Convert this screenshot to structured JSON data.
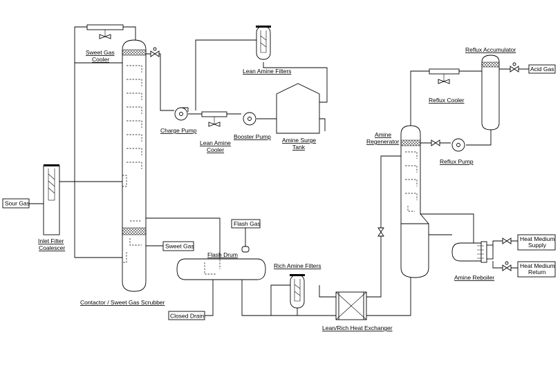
{
  "labels": {
    "sour_gas": "Sour Gas",
    "inlet_filter": [
      "Inlet Filter",
      "Coalescer"
    ],
    "sweet_gas_cooler": [
      "Sweet Gas",
      "Cooler"
    ],
    "contactor": "Contactor / Sweet Gas Scrubber",
    "sweet_gas": "Sweet Gas",
    "charge_pump": "Charge Pump",
    "lean_amine_cooler": [
      "Lean Amine",
      "Cooler"
    ],
    "booster_pump": "Booster Pump",
    "lean_amine_filters": "Lean Amine Filters",
    "amine_surge_tank": [
      "Amine Surge",
      "Tank"
    ],
    "flash_gas": "Flash Gas",
    "flash_drum": "Flash Drum",
    "closed_drain": "Closed Drain",
    "rich_amine_filters": "Rich Amine Filters",
    "heat_exchanger": "Lean/Rich Heat Exchanger",
    "amine_regenerator": [
      "Amine",
      "Regenerator"
    ],
    "reflux_accumulator": "Reflux Accumulator",
    "reflux_cooler": "Reflux Cooler",
    "reflux_pump": "Reflux Pump",
    "acid_gas": "Acid Gas",
    "heat_medium_supply": [
      "Heat Medium",
      "Supply"
    ],
    "heat_medium_return": [
      "Heat Medium",
      "Return"
    ],
    "amine_reboiler": "Amine Reboiler"
  }
}
